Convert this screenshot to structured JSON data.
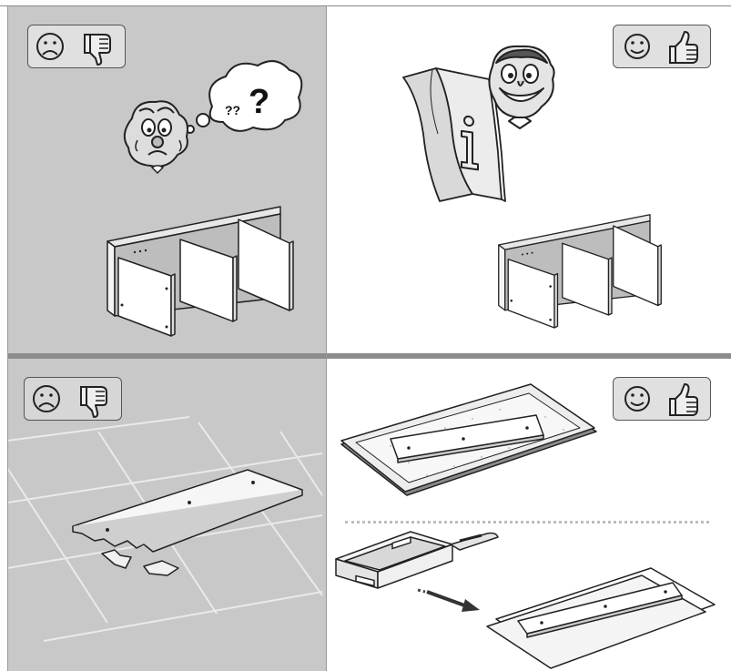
{
  "panels": [
    {
      "id": "top-left",
      "rating": "bad"
    },
    {
      "id": "top-right",
      "rating": "good"
    },
    {
      "id": "bottom-left",
      "rating": "bad"
    },
    {
      "id": "bottom-right",
      "rating": "good"
    }
  ],
  "icons": {
    "sad": "sad-face-icon",
    "happy": "happy-face-icon",
    "thumbs_down": "thumbs-down-icon",
    "thumbs_up": "thumbs-up-icon",
    "info": "info-icon"
  },
  "thought": {
    "big_mark": "?",
    "small_marks": "??"
  },
  "info_letter": "i",
  "colors": {
    "bad_background": "#c8c8c8",
    "good_background": "#ffffff",
    "divider": "#8c8c8c"
  }
}
